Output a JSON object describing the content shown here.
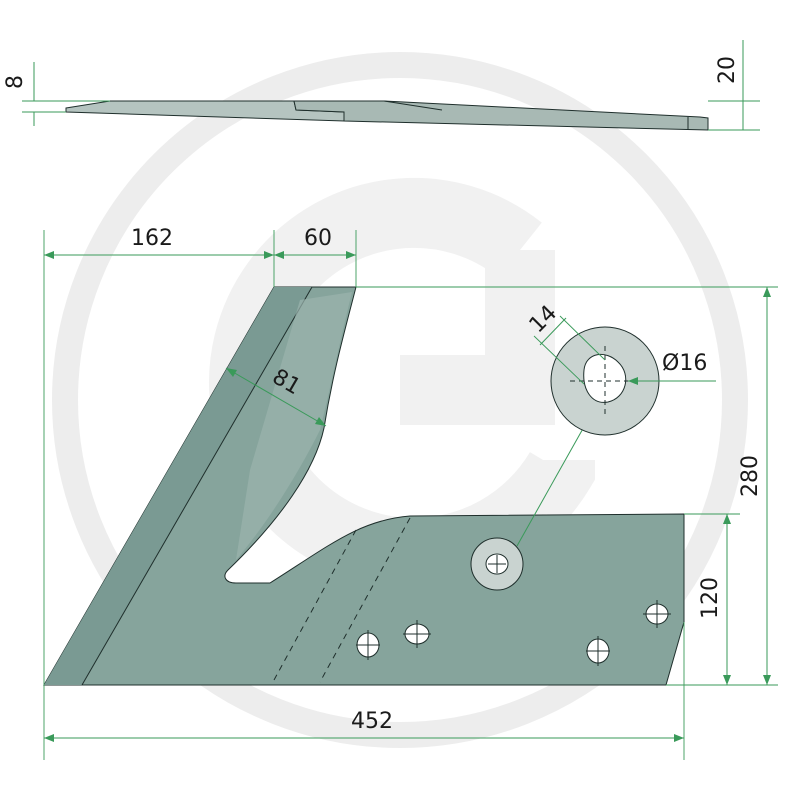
{
  "colors": {
    "part_fill": "#86a49c",
    "part_dark": "#6f8f88",
    "part_light": "#c9d3d0",
    "dimension": "#3a9a5a",
    "edge": "#1f2f2c",
    "watermark": "#ececec"
  },
  "icons": {
    "watermark": "brand-logo-watermark"
  },
  "side_view": {
    "dim_left": "8",
    "dim_right": "20"
  },
  "front_view": {
    "dim_top_left": "162",
    "dim_top_right": "60",
    "dim_diagonal": "81",
    "dim_total_width": "452",
    "dim_total_height": "280",
    "dim_lower_height": "120"
  },
  "hole_detail": {
    "dim_slot": "14",
    "dim_diameter": "Ø16"
  }
}
